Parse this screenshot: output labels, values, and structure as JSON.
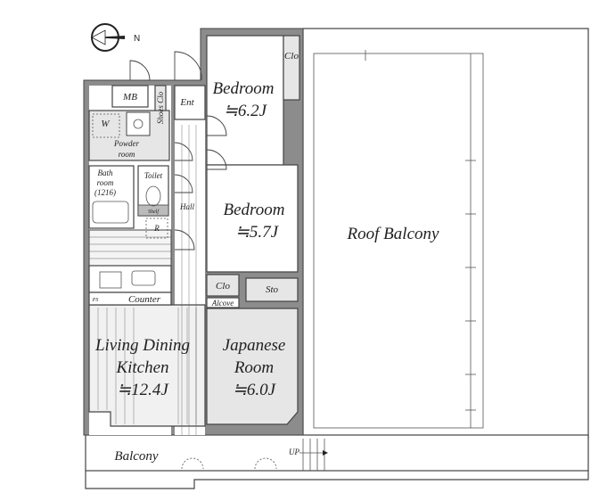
{
  "compass": {
    "north_label": "N"
  },
  "rooms": {
    "bedroom1": {
      "name": "Bedroom",
      "size": "≒6.2J"
    },
    "bedroom2": {
      "name": "Bedroom",
      "size": "≒5.7J"
    },
    "roof_balcony": {
      "name": "Roof Balcony"
    },
    "ldk": {
      "line1": "Living Dining",
      "line2": "Kitchen",
      "size": "≒12.4J"
    },
    "japanese": {
      "line1": "Japanese",
      "line2": "Room",
      "size": "≒6.0J"
    },
    "balcony": {
      "name": "Balcony"
    },
    "entrance": {
      "name": "Ent"
    },
    "hall": {
      "name": "Hall"
    },
    "mb": {
      "name": "MB"
    },
    "shoes_closet": {
      "name": "Shoes Clo"
    },
    "washer": {
      "name": "W"
    },
    "powder": {
      "line1": "Powder",
      "line2": "room"
    },
    "bath": {
      "line1": "Bath",
      "line2": "room",
      "line3": "(1216)"
    },
    "toilet": {
      "name": "Toilet",
      "shelf": "Shelf"
    },
    "fridge": {
      "name": "R"
    },
    "counter": {
      "name": "Counter",
      "ps": "PS"
    },
    "closet1": {
      "name": "Clo"
    },
    "closet2": {
      "name": "Clo"
    },
    "storage": {
      "name": "Sto"
    },
    "alcove": {
      "name": "Alcove"
    },
    "stairs": {
      "name": "UP"
    }
  }
}
